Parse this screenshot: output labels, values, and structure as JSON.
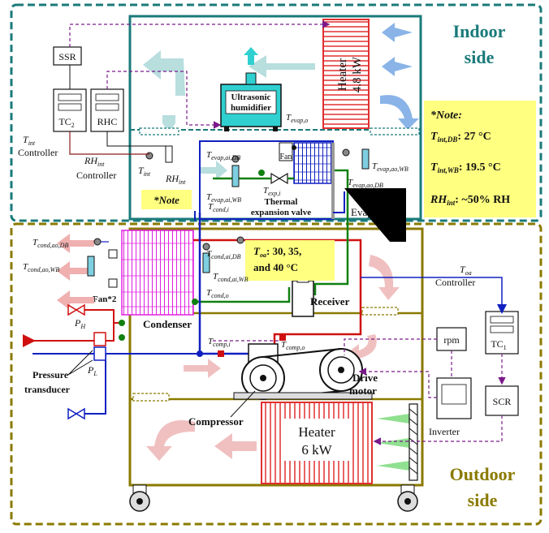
{
  "title": "",
  "indoor": {
    "label_line1": "Indoor",
    "label_line2": "side",
    "heater_line1": "Heater",
    "heater_line2": "4.8 kW",
    "humidifier_line1": "Ultrasonic",
    "humidifier_line2": "humidifier",
    "note_marker": "*Note",
    "fan_label": "Fan",
    "valve_line1": "Thermal",
    "valve_line2": "expansion valve",
    "evaporator": "Evaporator",
    "ssr": "SSR",
    "tc2": "TC",
    "tc2_sub": "2",
    "rhc": "RHC",
    "tint_controller_a": "T",
    "tint_controller_sub": "int",
    "tint_controller_b": "Controller",
    "rh_controller_a": "RH",
    "rh_controller_sub": "int",
    "rh_controller_b": "Controller",
    "tint": "T",
    "tint_sub": "int",
    "rhint": "RH",
    "rhint_sub": "int",
    "t_evap_o": "T",
    "t_evap_o_sub": "evap,o",
    "t_evap_ai_db": "T",
    "t_evap_ai_db_sub": "evap,ai,DB",
    "t_evap_ai_wb": "T",
    "t_evap_ai_wb_sub": "evap,ai,WB",
    "t_evap_ao_wb": "T",
    "t_evap_ao_wb_sub": "evap,ao,WB",
    "t_evap_ao_db": "T",
    "t_evap_ao_db_sub": "evap,ao,DB",
    "t_exp_i": "T",
    "t_exp_i_sub": "exp,i",
    "t_cond_i": "T",
    "t_cond_i_sub": "cond,i"
  },
  "note_box": {
    "heading": "*Note:",
    "line1_a": "T",
    "line1_sub": "int,DB",
    "line1_b": ": 27 °C",
    "line2_a": "T",
    "line2_sub": "int,WB",
    "line2_b": ": 19.5 °C",
    "line3_a": "RH",
    "line3_sub": "int",
    "line3_b": ": ~50% RH"
  },
  "outdoor": {
    "label_line1": "Outdoor",
    "label_line2": "side",
    "toa_a": "T",
    "toa_sub": "oa",
    "toa_b": ": 30, 35,",
    "toa_c": "and 40 °C",
    "condenser": "Condenser",
    "fan2": "Fan*2",
    "receiver": "Receiver",
    "compressor": "Compressor",
    "drive_line1": "Drive",
    "drive_line2": "motor",
    "heater_line1": "Heater",
    "heater_line2": "6 kW",
    "inverter": "Inverter",
    "rpm": "rpm",
    "tc1": "TC",
    "tc1_sub": "1",
    "scr": "SCR",
    "toa_ctrl_a": "T",
    "toa_ctrl_sub": "oa",
    "toa_ctrl_b": "Controller",
    "ph": "P",
    "ph_sub": "H",
    "pl": "P",
    "pl_sub": "L",
    "pressure_line1": "Pressure",
    "pressure_line2": "transducer",
    "t_cond_ao_db": "T",
    "t_cond_ao_db_sub": "cond,ao,DB",
    "t_cond_ao_wb": "T",
    "t_cond_ao_wb_sub": "cond,ao,WB",
    "t_cond_ai_db": "T",
    "t_cond_ai_db_sub": "cond,ai,DB",
    "t_cond_ai_wb": "T",
    "t_cond_ai_wb_sub": "cond,ai,WB",
    "t_cond_o": "T",
    "t_cond_o_sub": "cond,o",
    "t_comp_i": "T",
    "t_comp_i_sub": "comp,i",
    "t_comp_o": "T",
    "t_comp_o_sub": "comp,o"
  },
  "colors": {
    "indoor_border": "#1a7a7a",
    "outdoor_border": "#8a7a00",
    "refrigerant_red": "#d01010",
    "refrigerant_blue": "#1020c0",
    "liquid_green": "#108010",
    "control_purple": "#7a1a8a",
    "heater_red": "#e03030",
    "note_yellow": "#ffff80",
    "condenser_magenta": "#e020e0"
  }
}
